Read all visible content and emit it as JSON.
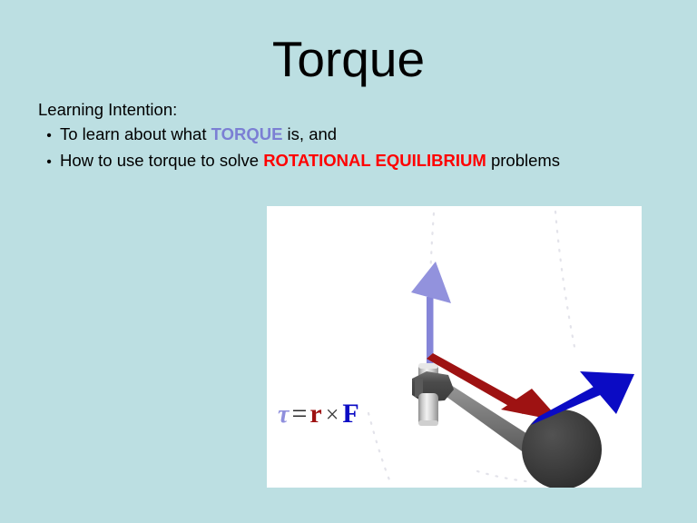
{
  "slide": {
    "background_color": "#bcdfe2",
    "title": "Torque"
  },
  "body": {
    "lead": "Learning Intention:",
    "bullet_marker": "•",
    "bullets": [
      {
        "before": "To learn about what ",
        "highlight": "TORQUE",
        "highlight_color": "#7b7fd4",
        "after": " is, and"
      },
      {
        "before": "How to use torque to solve ",
        "highlight": "ROTATIONAL EQUILIBRIUM",
        "highlight_color": "#ff0000",
        "after": " problems"
      }
    ]
  },
  "figure": {
    "panel_background": "#ffffff",
    "caption_formula": {
      "tau_symbol": "τ",
      "equals": "=",
      "r_symbol": "r",
      "cross": "×",
      "f_symbol": "F",
      "tau_color": "#8f8fdd",
      "r_color": "#9e1212",
      "f_color": "#0b0bc4"
    },
    "elements": {
      "torque_arrow_label": "torque vector tau (purple, pointing up)",
      "torque_arrow_color": "#8585d8",
      "r_vector_label": "position vector r (dark red, pointing down-right)",
      "r_vector_color": "#9e1212",
      "force_arrow_label": "force vector F (blue, pointing up-right)",
      "force_arrow_color": "#0b0bc4",
      "rod_label": "rod / lever arm (gray)",
      "rod_color": "#6e6e6e",
      "ball_label": "mass ball (dark gray sphere)",
      "ball_color": "#3a3a3a",
      "pivot_label": "pivot axle and hub (metallic gray)",
      "pivot_color": "#8f8f8f"
    }
  }
}
